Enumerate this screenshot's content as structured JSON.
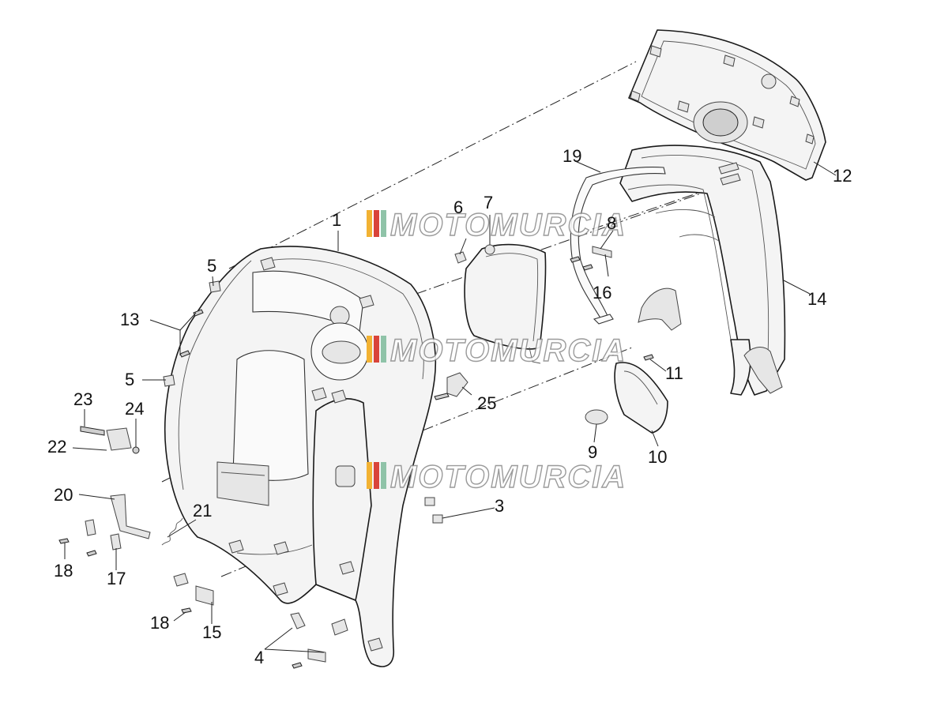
{
  "watermark": {
    "text": "MOTOMURCIA",
    "stripe_colors": [
      "#f2b233",
      "#d9443a",
      "#8fc3a8"
    ]
  },
  "callouts": [
    "1",
    "3",
    "4",
    "5",
    "5",
    "6",
    "7",
    "8",
    "9",
    "10",
    "11",
    "12",
    "13",
    "14",
    "15",
    "16",
    "17",
    "18",
    "18",
    "19",
    "20",
    "21",
    "22",
    "23",
    "24",
    "25"
  ]
}
